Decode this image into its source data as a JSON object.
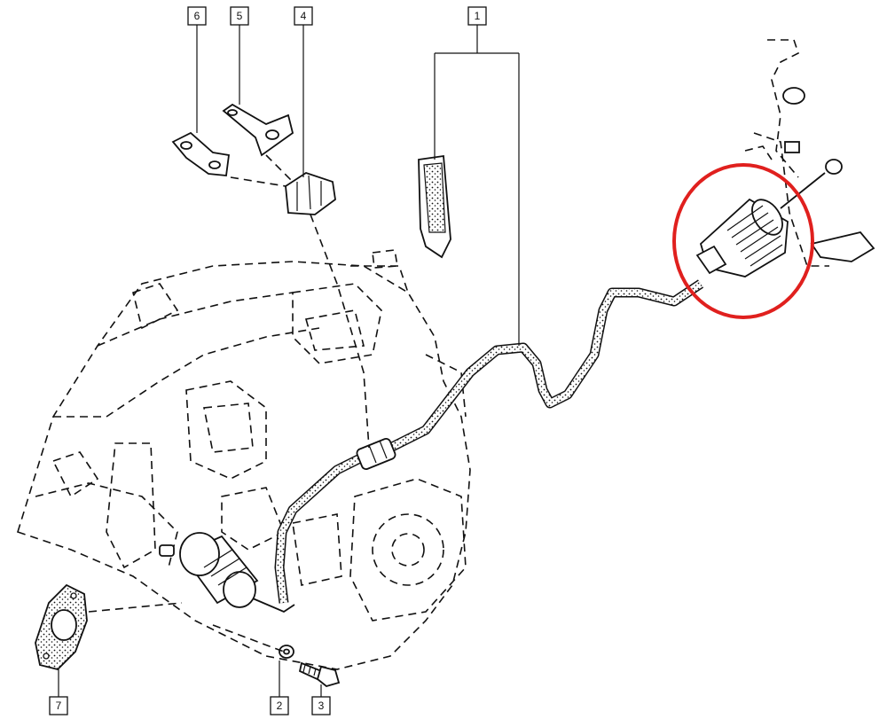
{
  "diagram": {
    "callouts": [
      {
        "id": "1",
        "label": "1"
      },
      {
        "id": "2",
        "label": "2"
      },
      {
        "id": "3",
        "label": "3"
      },
      {
        "id": "4",
        "label": "4"
      },
      {
        "id": "5",
        "label": "5"
      },
      {
        "id": "6",
        "label": "6"
      },
      {
        "id": "7",
        "label": "7"
      }
    ],
    "highlight_color": "#e0201e",
    "line_color": "#111111"
  }
}
